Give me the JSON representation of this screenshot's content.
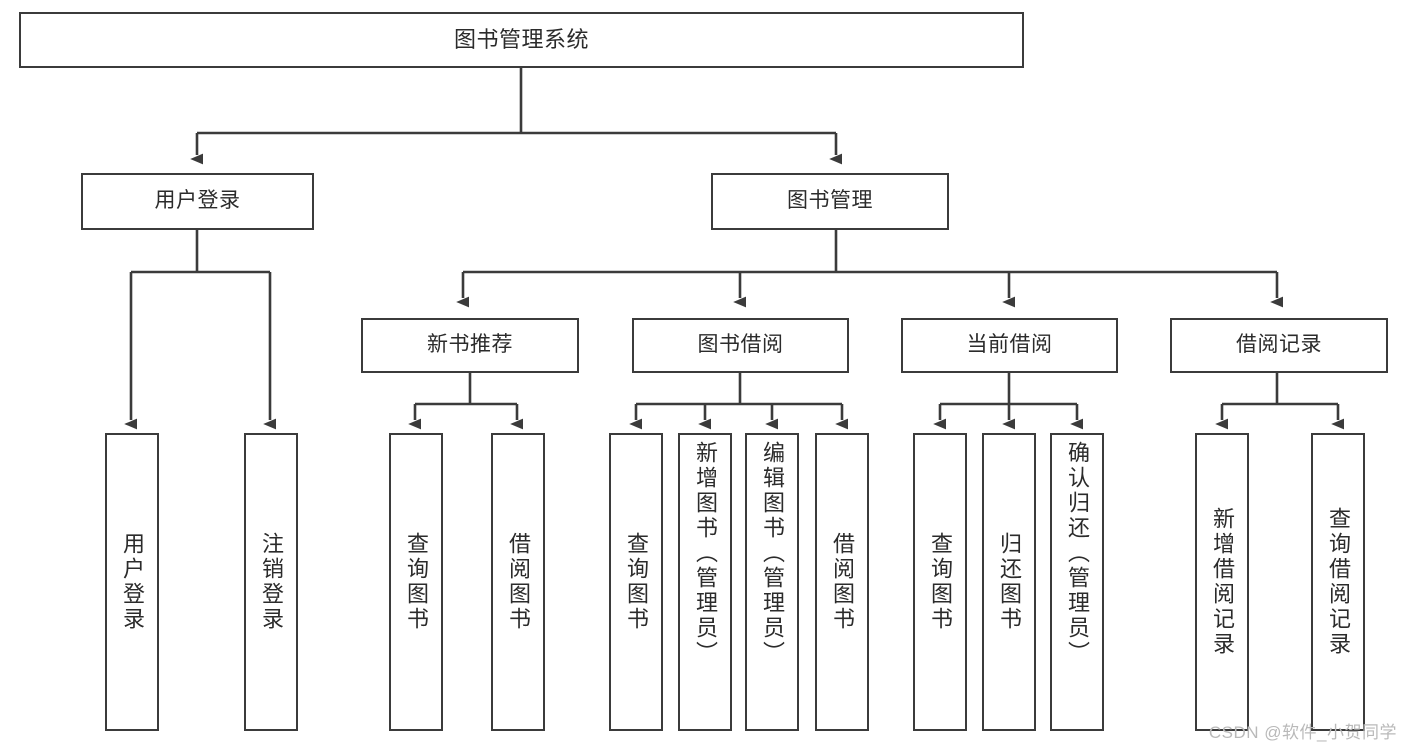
{
  "diagram": {
    "title": "图书管理系统",
    "type": "tree",
    "watermark": "CSDN @软件_小贺同学",
    "colors": {
      "stroke": "#3b3b3b",
      "fill": "#ffffff",
      "text": "#2b2b2b",
      "watermark": "#b9b9b9",
      "background": "#ffffff"
    },
    "root": {
      "label": "图书管理系统"
    },
    "level2": [
      {
        "label": "用户登录"
      },
      {
        "label": "图书管理"
      }
    ],
    "level3": [
      {
        "label": "新书推荐"
      },
      {
        "label": "图书借阅"
      },
      {
        "label": "当前借阅"
      },
      {
        "label": "借阅记录"
      }
    ],
    "leaves": {
      "user_login": [
        {
          "label": "用户登录"
        },
        {
          "label": "注销登录"
        }
      ],
      "new_book": [
        {
          "label": "查询图书"
        },
        {
          "label": "借阅图书"
        }
      ],
      "borrow_book": [
        {
          "label": "查询图书"
        },
        {
          "label": "新增图书（管理员）"
        },
        {
          "label": "编辑图书（管理员）"
        },
        {
          "label": "借阅图书"
        }
      ],
      "current_borrow": [
        {
          "label": "查询图书"
        },
        {
          "label": "归还图书"
        },
        {
          "label": "确认归还（管理员）"
        }
      ],
      "borrow_record": [
        {
          "label": "新增借阅记录"
        },
        {
          "label": "查询借阅记录"
        }
      ]
    }
  }
}
